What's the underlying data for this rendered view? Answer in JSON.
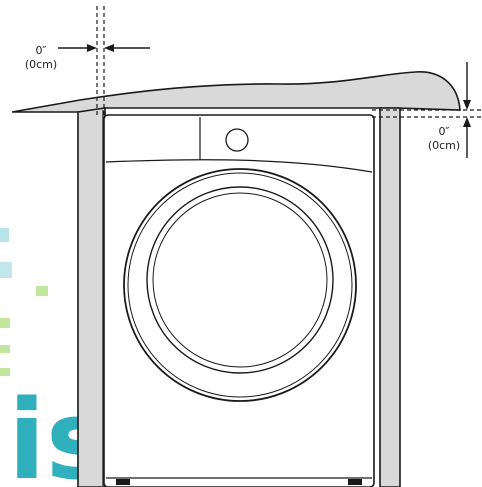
{
  "diagram": {
    "left_clearance": {
      "inches": "0″",
      "cm": "(0cm)"
    },
    "top_clearance": {
      "inches": "0″",
      "cm": "(0cm)"
    },
    "watermark_text": "ison",
    "colors": {
      "line": "#1a1a1a",
      "cabinet_fill": "#d9d9d9",
      "watermark_teal": "#1aa7b6",
      "watermark_green": "#8fd14f"
    }
  }
}
